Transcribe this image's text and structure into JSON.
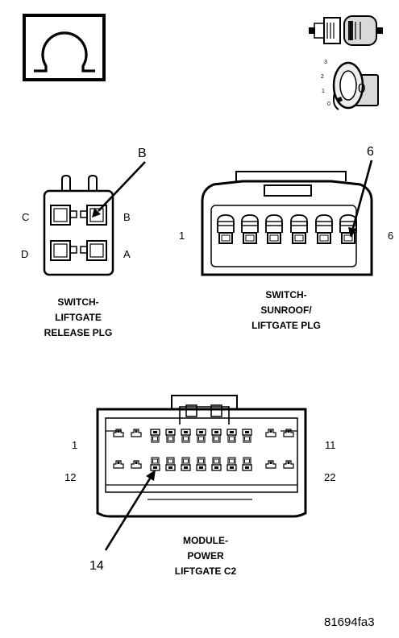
{
  "key_switch": {
    "positions": [
      "3",
      "2",
      "1",
      "0"
    ],
    "key_label": "0"
  },
  "connectors": {
    "liftgate_release": {
      "title_lines": [
        "SWITCH-",
        "LIFTGATE",
        "RELEASE PLG"
      ],
      "cavities": {
        "c": "C",
        "b": "B",
        "d": "D",
        "a": "A"
      },
      "callout": "B"
    },
    "sunroof_liftgate": {
      "title_lines": [
        "SWITCH-",
        "SUNROOF/",
        "LIFTGATE PLG"
      ],
      "pin_first": "1",
      "pin_last": "6",
      "callout": "6"
    },
    "module_power_liftgate": {
      "title_lines": [
        "MODULE-",
        "POWER",
        "LIFTGATE C2"
      ],
      "row1_first": "1",
      "row1_last": "11",
      "row2_first": "12",
      "row2_last": "22",
      "callout": "14"
    }
  },
  "figure_id": "81694fa3"
}
